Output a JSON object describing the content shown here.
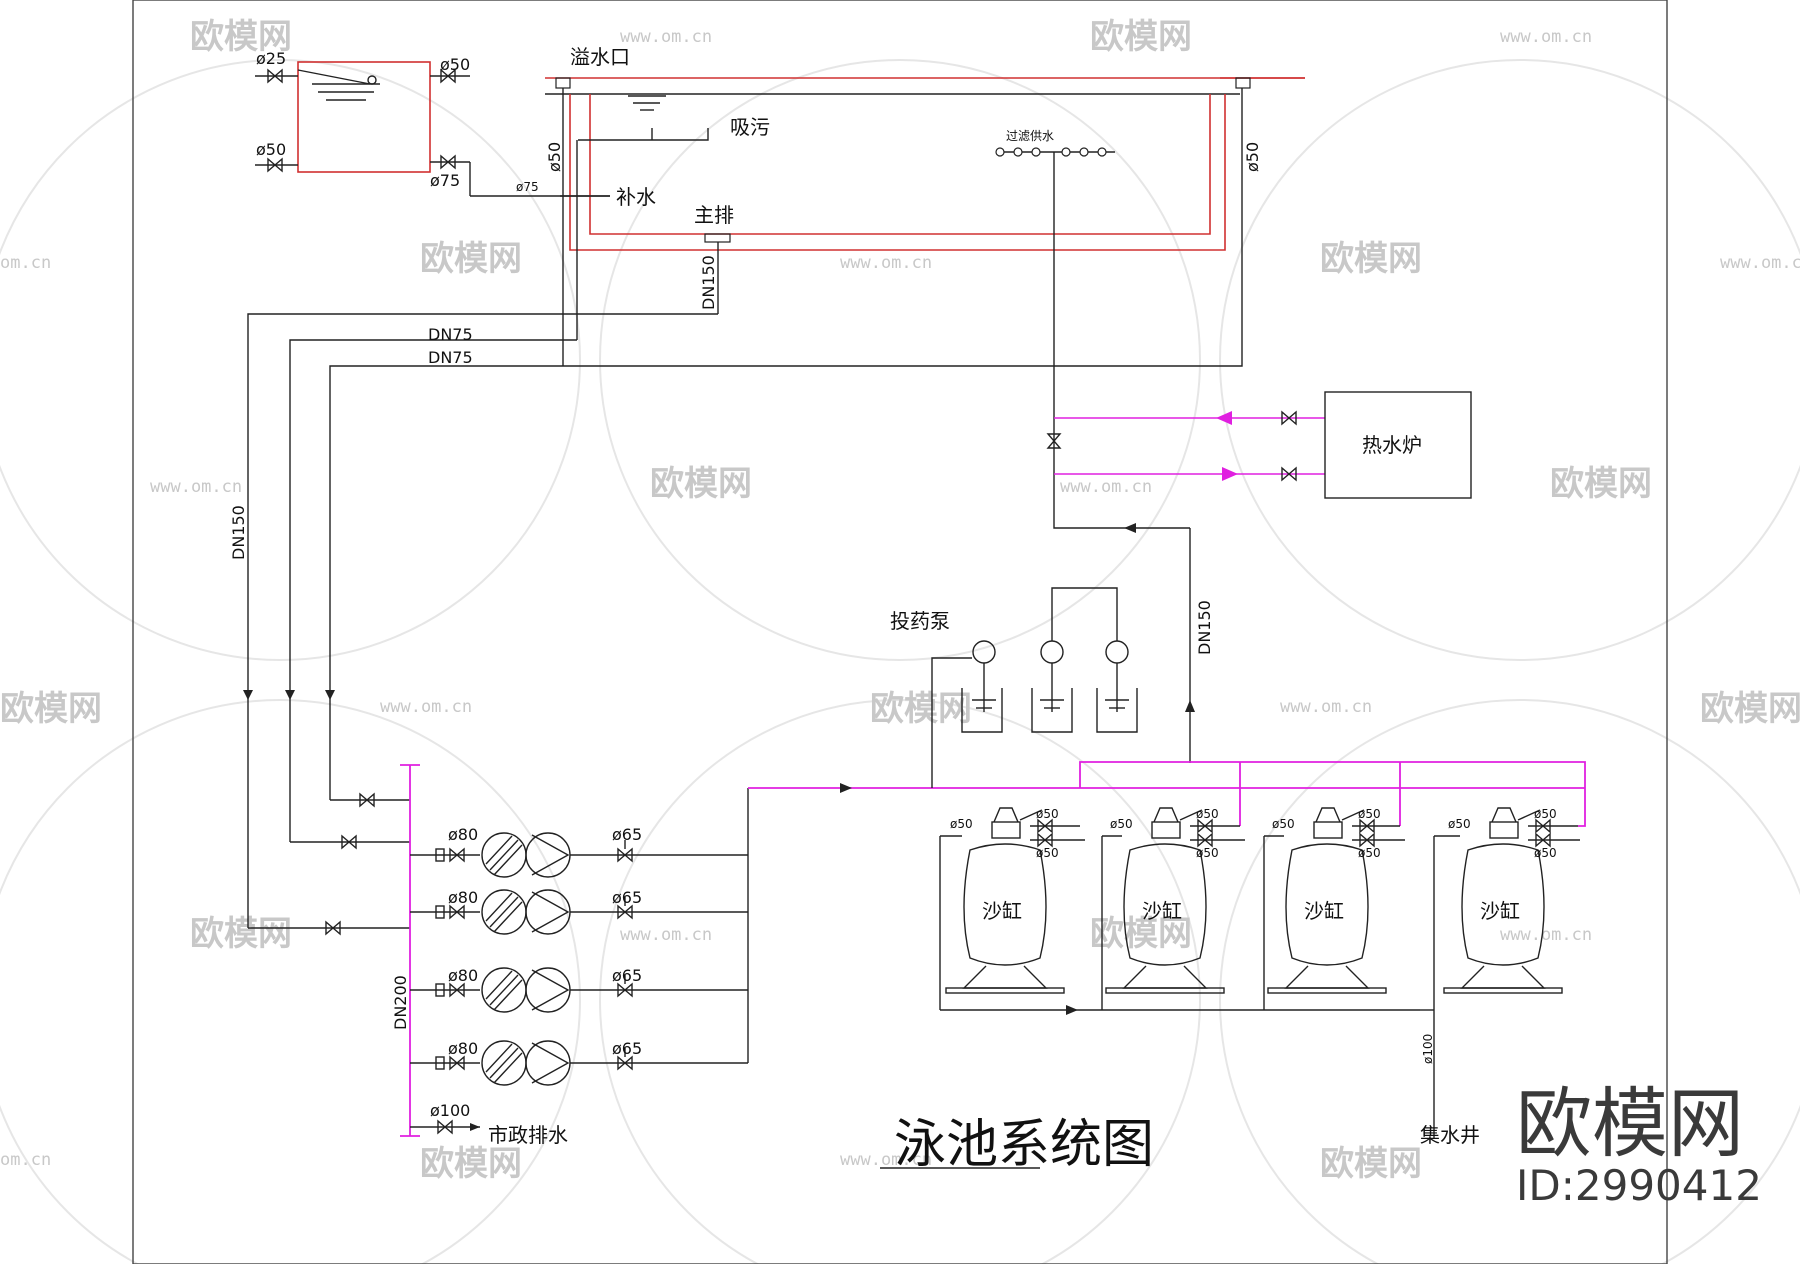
{
  "title": "泳池系统图",
  "brand": {
    "name": "欧模网",
    "id": "ID:2990412"
  },
  "watermark": {
    "text": "欧模网",
    "url": "www.om.cn",
    "url_short": "om.cn"
  },
  "labels": {
    "overflow": "溢水口",
    "suction": "吸污",
    "makeup": "补水",
    "main_drain": "主排",
    "filter_supply": "过滤供水",
    "dosing_pump": "投药泵",
    "boiler": "热水炉",
    "sand_tank": "沙缸",
    "municipal_drain": "市政排水",
    "sump": "集水井"
  },
  "pipes": {
    "d25": "ø25",
    "d50": "ø50",
    "d75": "ø75",
    "d80": "ø80",
    "d65": "ø65",
    "d100": "ø100",
    "dn75": "DN75",
    "dn150": "DN150",
    "dn200": "DN200"
  }
}
